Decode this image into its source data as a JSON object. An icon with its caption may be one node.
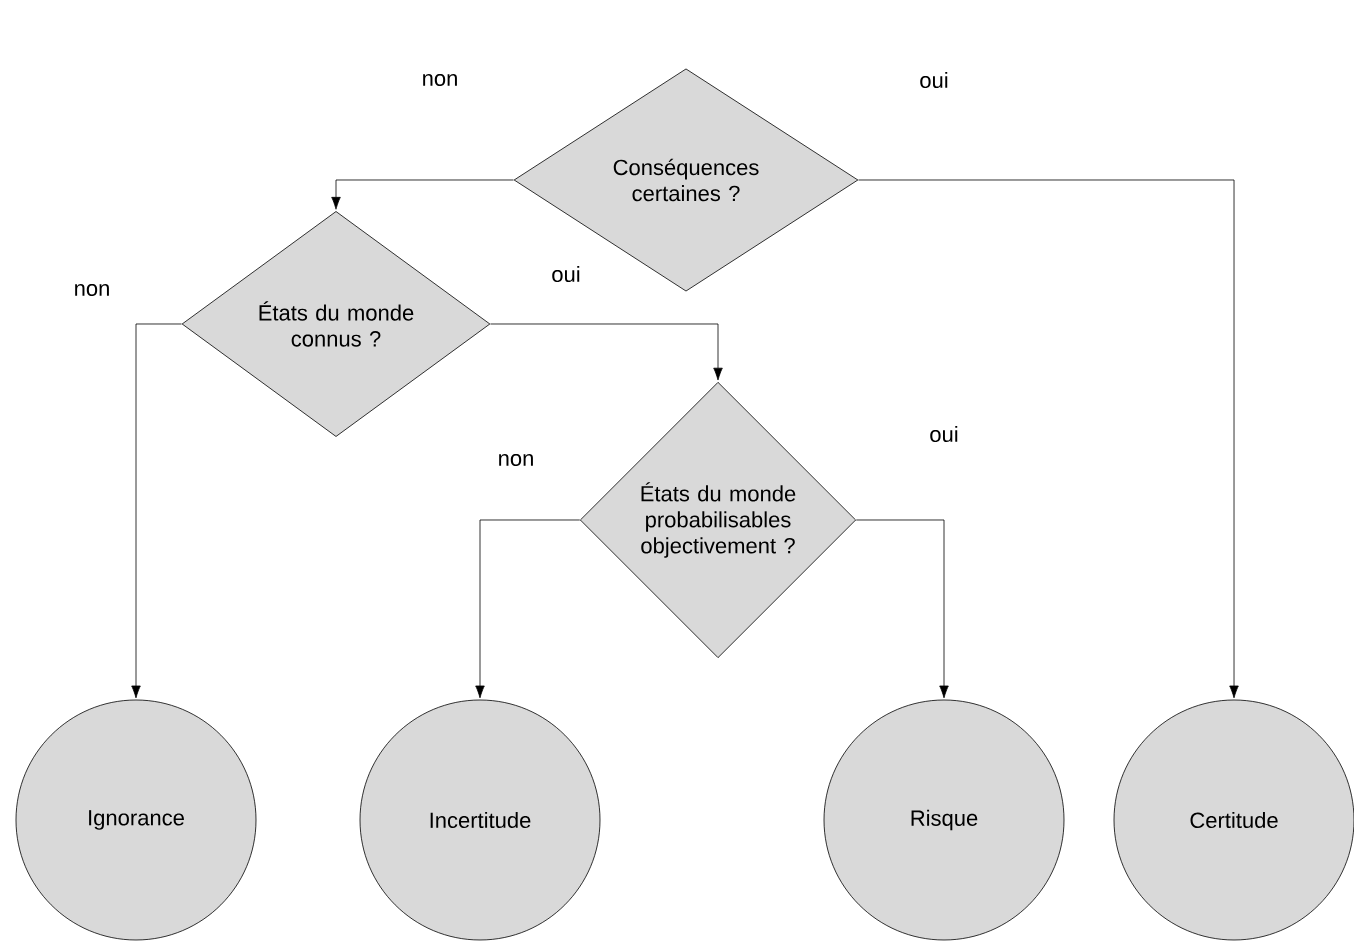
{
  "diagram": {
    "nodes": [
      {
        "text": [
          "Conséquences certaines ?"
        ]
      },
      {
        "text": [
          "États du monde connus ?"
        ]
      },
      {
        "text": [
          "États du monde probabilisables objectivement ?"
        ]
      },
      {
        "text": [
          "Ignorance"
        ]
      },
      {
        "text": [
          "Incertitude"
        ]
      },
      {
        "text": [
          "Risque"
        ]
      },
      {
        "text": [
          "Certitude"
        ]
      }
    ],
    "edges": [
      {
        "from": 0,
        "to": 1,
        "arrow": "to",
        "label": "non"
      },
      {
        "from": 0,
        "to": 6,
        "arrow": "to",
        "label": "oui"
      },
      {
        "from": 1,
        "to": 3,
        "arrow": "to",
        "label": "non"
      },
      {
        "from": 1,
        "to": 2,
        "arrow": "to",
        "label": "oui"
      },
      {
        "from": 2,
        "to": 4,
        "arrow": "to",
        "label": "non"
      },
      {
        "from": 2,
        "to": 5,
        "arrow": "to",
        "label": "oui"
      }
    ]
  }
}
